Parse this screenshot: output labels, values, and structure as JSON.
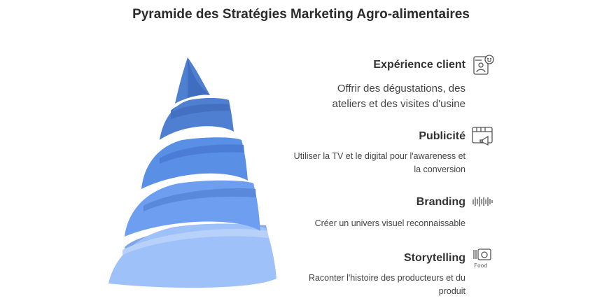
{
  "title": "Pyramide des Stratégies Marketing Agro-alimentaires",
  "colors": {
    "tier1": "#4F7FD0",
    "tier2": "#5A8FE6",
    "tier3": "#6E9EF0",
    "tier4": "#9FC1FA",
    "text_dark": "#2b2b2b"
  },
  "items": [
    {
      "title": "Expérience client",
      "description": [
        "Offrir des dégustations, des",
        "ateliers et des visites d'usine"
      ],
      "icon": "customer-review-icon"
    },
    {
      "title": "Publicité",
      "description": [
        "Utiliser la TV et le digital pour l'awareness et",
        "la conversion"
      ],
      "icon": "megaphone-billboard-icon"
    },
    {
      "title": "Branding",
      "description": [
        "Créer un univers visuel reconnaissable"
      ],
      "icon": "wave-pattern-icon"
    },
    {
      "title": "Storytelling",
      "description": [
        "Raconter l'histoire des producteurs et du",
        "produit"
      ],
      "icon": "food-camera-icon",
      "icon_label": "Food"
    }
  ]
}
